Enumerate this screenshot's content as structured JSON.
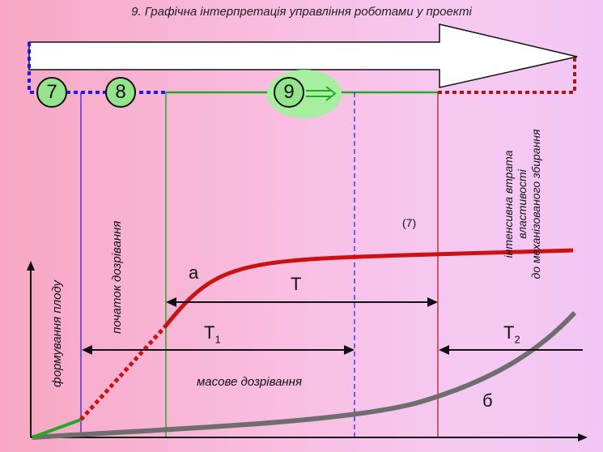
{
  "title": "9. Графічна інтерпретація управління роботами у проекті",
  "stages": [
    "7",
    "8",
    "9"
  ],
  "labels": {
    "fruit_formation": "формування плоду",
    "ripening_start": "початок дозрівання",
    "intense_loss_lines": [
      "інтенсивна втрата",
      "властивості",
      "до механізованого збирання"
    ],
    "mass_ripening": "масове дозрівання",
    "ref": "(7)",
    "curve_a": "а",
    "curve_b": "б",
    "T": "T",
    "T1_base": "T",
    "T1_sub": "1",
    "T2_base": "T",
    "T2_sub": "2"
  },
  "colors": {
    "red_curve": "#cc1111",
    "gray_curve": "#6e6e6e",
    "blue": "#1a1aee",
    "green": "#22aa22",
    "dark_red": "#b01414",
    "circle_fill": "#93e48a"
  }
}
